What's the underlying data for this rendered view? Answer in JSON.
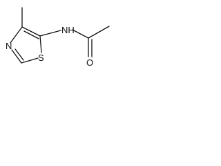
{
  "molecule": {
    "atoms": {
      "nitrogen_ring": "N",
      "sulfur_ring": "S",
      "nitrogen_amide": "NH",
      "oxygen_carbonyl": "O"
    }
  },
  "colors": {
    "ink": "#111111",
    "background": "#ffffff"
  }
}
